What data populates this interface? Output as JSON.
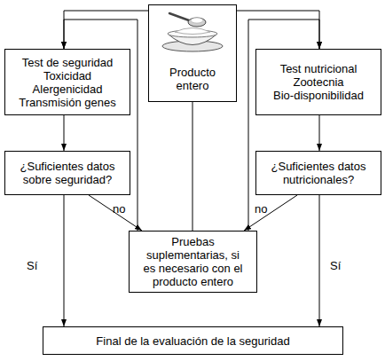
{
  "diagram": {
    "nodes": [
      {
        "text": [
          "Producto entero"
        ]
      },
      {
        "text": [
          "Test de seguridad",
          "Toxicidad",
          "Alergenicidad",
          "Transmisión genes"
        ]
      },
      {
        "text": [
          "Test nutricional",
          "Zootecnia",
          "Bio-disponibilidad"
        ]
      },
      {
        "text": [
          "¿Suficientes datos sobre seguridad?"
        ]
      },
      {
        "text": [
          "¿Suficientes datos nutricionales?"
        ]
      },
      {
        "text": [
          "Pruebas suplementarias, si es necesario con el producto entero"
        ]
      },
      {
        "text": [
          "Final de la evaluación de la seguridad"
        ]
      }
    ],
    "edges": [
      {
        "from": 0,
        "to": 1,
        "arrow": "to"
      },
      {
        "from": 0,
        "to": 2,
        "arrow": "to"
      },
      {
        "from": 5,
        "to": 1,
        "arrow": "to"
      },
      {
        "from": 5,
        "to": 2,
        "arrow": "to"
      },
      {
        "from": 0,
        "to": 5,
        "arrow": "none"
      },
      {
        "from": 1,
        "to": 3,
        "arrow": "to"
      },
      {
        "from": 2,
        "to": 4,
        "arrow": "to"
      },
      {
        "from": 3,
        "to": 5,
        "label": "no",
        "arrow": "to"
      },
      {
        "from": 4,
        "to": 5,
        "label": "no",
        "arrow": "to"
      },
      {
        "from": 3,
        "to": 6,
        "label": "Sí",
        "arrow": "to"
      },
      {
        "from": 4,
        "to": 6,
        "label": "Sí",
        "arrow": "to"
      }
    ]
  }
}
